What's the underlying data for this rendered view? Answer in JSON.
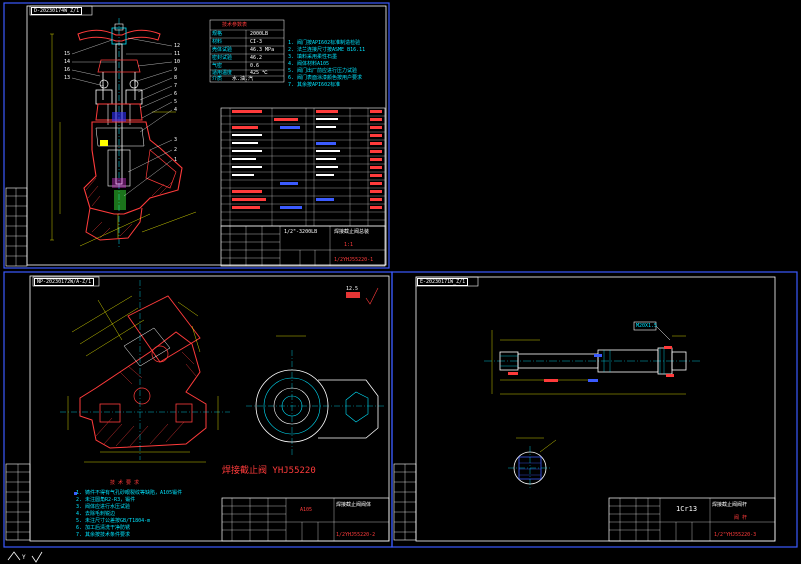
{
  "sheets": [
    {
      "tag": "D-20230174W_Z/1"
    },
    {
      "tag": "NP-20230172W/A-Z/1"
    },
    {
      "tag": "E-20230171W_Z/1"
    }
  ],
  "sheet1": {
    "spec_title": "技术参数表",
    "spec_rows": [
      {
        "k": "规格",
        "v": "2000LB"
      },
      {
        "k": "材料",
        "v": "CI-3"
      },
      {
        "k": "壳体试验",
        "v": "46.3 MPa"
      },
      {
        "k": "密封试验",
        "v": "46.2"
      },
      {
        "k": "气密",
        "v": "0.6"
      },
      {
        "k": "适用温度",
        "v": "425 ℃"
      },
      {
        "k": "介质",
        "v": "水.油.汽"
      }
    ],
    "notes": [
      "1. 阀门按API602标准制造检验",
      "2. 法兰连接尺寸按ASME B16.11",
      "3. 填料采用柔性石墨",
      "4. 阀体材料A105",
      "5. 阀门出厂前应进行压力试验",
      "6. 阀门表面涂漆颜色按用户要求",
      "7. 其余按API602标准"
    ],
    "balloons_left": [
      "15",
      "14",
      "16",
      "13"
    ],
    "balloons_right": [
      "12",
      "11",
      "10",
      "9",
      "8",
      "7",
      "6",
      "5",
      "4",
      "3",
      "2",
      "1"
    ],
    "title_code": "1/2\"-3200LB",
    "title_company": "焊接截止阀总装",
    "drawing_no": "1/2YHJ55220-1",
    "scale": "1:1"
  },
  "sheet2": {
    "stamp": "焊接截止阀 YHJ55220",
    "req_title": "技 术 要 求",
    "requirements": [
      "1. 铸件不得有气孔砂眼裂纹等缺陷，A105锻件",
      "2. 未注圆角R2-R3，锻件",
      "3. 阀体应进行水压试验",
      "4. 去除毛刺锐边",
      "5. 未注尺寸公差按GB/T1804-m",
      "6. 加工后清洗干净防锈",
      "7. 其余按技术条件要求"
    ],
    "material": "A105",
    "title_company": "焊接截止阀阀体",
    "drawing_no": "1/2YHJ55220-2",
    "roughness": "12.5"
  },
  "sheet3": {
    "material": "1Cr13",
    "title_company": "焊接截止阀阀杆",
    "part_name": "阀 杆",
    "drawing_no": "1/2\"YHJ55220-3",
    "callout": "M20X1.5"
  },
  "footer": {
    "coord": "Y"
  }
}
